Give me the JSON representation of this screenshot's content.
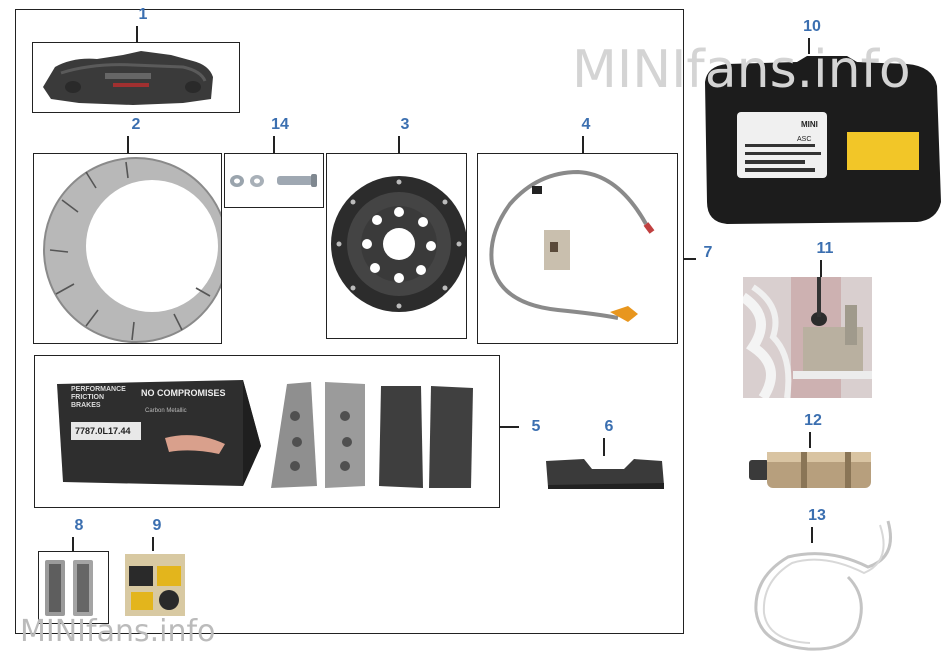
{
  "watermark_top": "MINIfans.info",
  "watermark_bottom": "MINIfans.info",
  "callouts": {
    "n1": "1",
    "n2": "2",
    "n3": "3",
    "n4": "4",
    "n5": "5",
    "n6": "6",
    "n7": "7",
    "n8": "8",
    "n9": "9",
    "n10": "10",
    "n11": "11",
    "n12": "12",
    "n13": "13",
    "n14": "14"
  },
  "pad_box_text": {
    "line1": "PERFORMANCE",
    "line2": "FRICTION",
    "line3": "BRAKES",
    "brand": "NO COMPROMISES",
    "subtitle": "Carbon Metallic",
    "part_number": "7787.0L17.44"
  },
  "module_label": {
    "brand": "MINI",
    "code": "ASC"
  },
  "colors": {
    "callout": "#3b6fb0",
    "frame": "#222222",
    "watermark": "#d4d4d4"
  }
}
